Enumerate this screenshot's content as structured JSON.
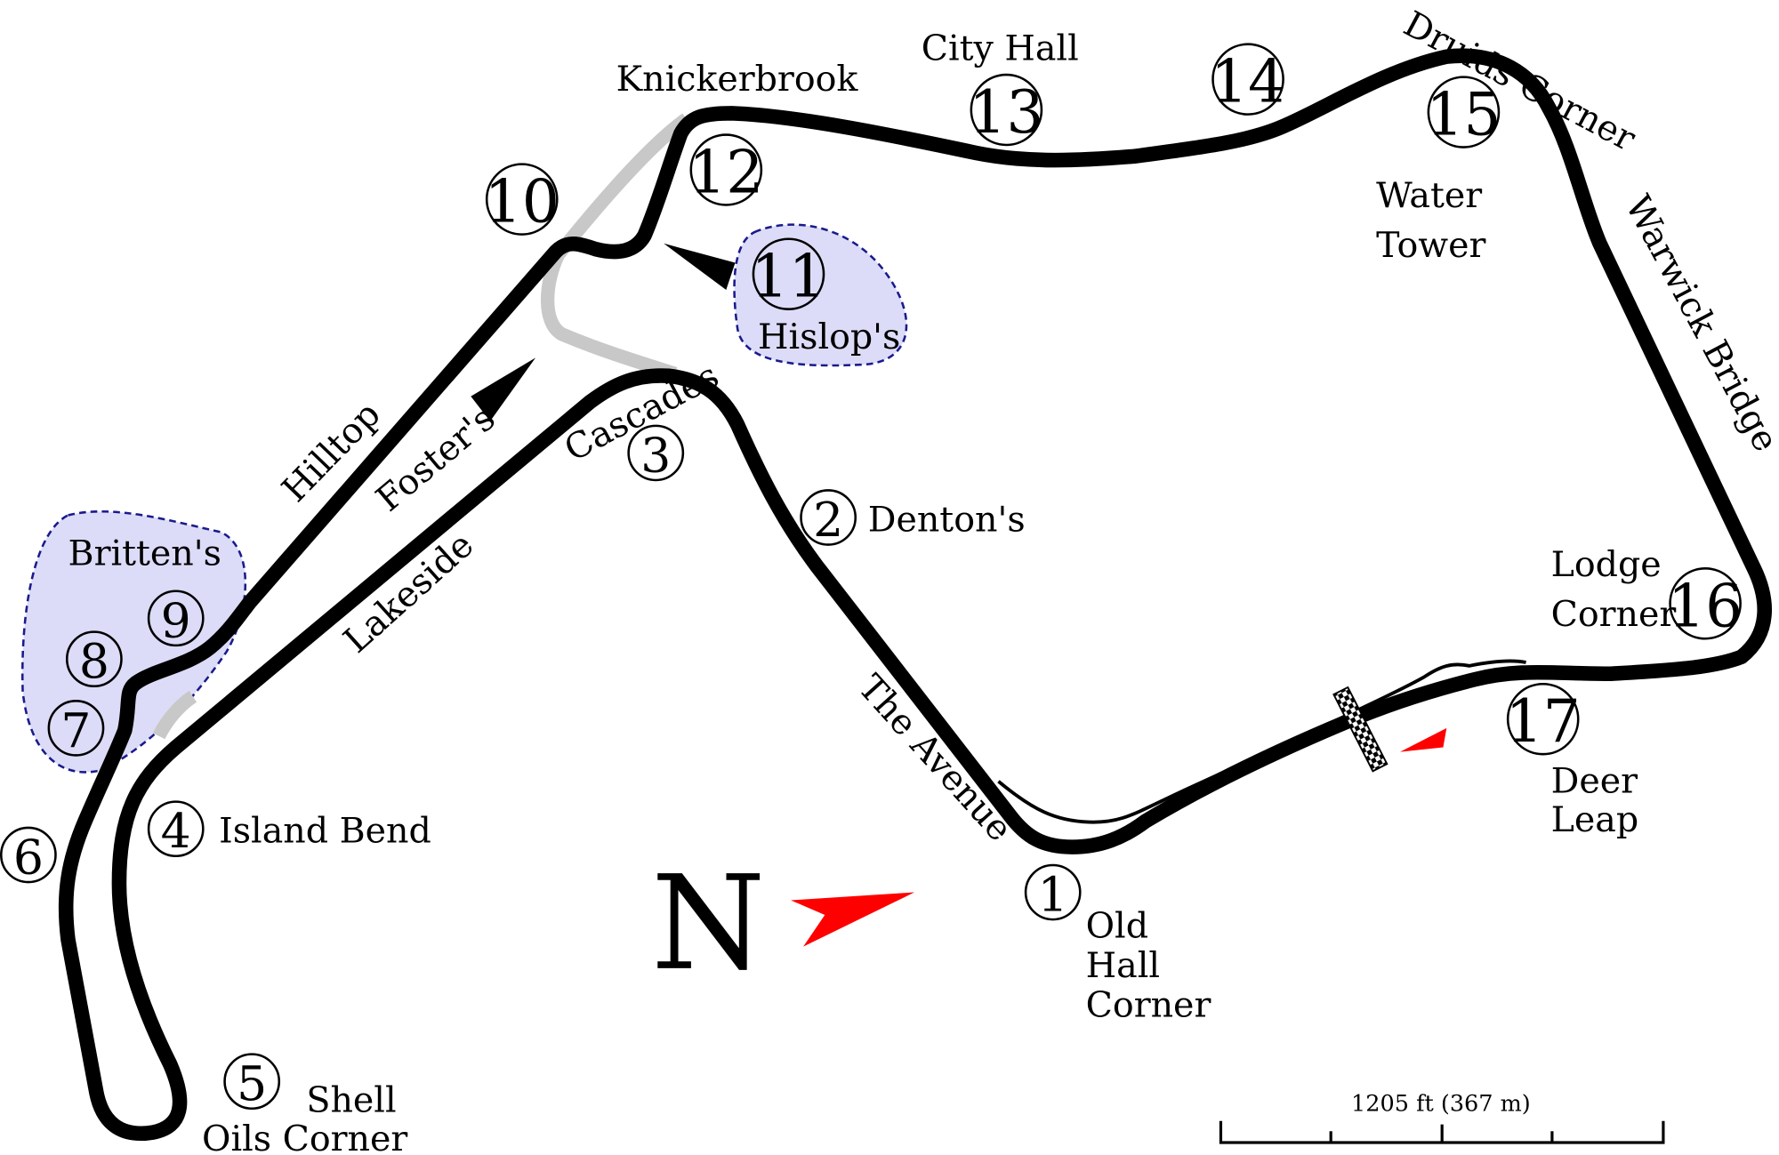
{
  "colors": {
    "track": "#000000",
    "old_track": "#c8c8c8",
    "zone_fill": "#dcdcf8",
    "zone_stroke": "#1a1a8c",
    "arrow_red": "#ff0000"
  },
  "compass": {
    "label": "N",
    "icon": "north-arrow-icon"
  },
  "scale_bar": {
    "label": "1205 ft (367 m)"
  },
  "corners": {
    "c1": "1",
    "c2": "2",
    "c3": "3",
    "c4": "4",
    "c5": "5",
    "c6": "6",
    "c7": "7",
    "c8": "8",
    "c9": "9",
    "c10": "10",
    "c11": "11",
    "c12": "12",
    "c13": "13",
    "c14": "14",
    "c15": "15",
    "c16": "16",
    "c17": "17"
  },
  "names": {
    "knickerbrook": "Knickerbrook",
    "city_hall": "City Hall",
    "druids_corner": "Druids Corner",
    "water_tower_1": "Water",
    "water_tower_2": "Tower",
    "warwick_bridge": "Warwick Bridge",
    "hislops": "Hislop's",
    "hilltop": "Hilltop",
    "fosters": "Foster's",
    "cascades": "Cascades",
    "dentons": "Denton's",
    "brittens": "Britten's",
    "lakeside": "Lakeside",
    "lodge_corner_1": "Lodge",
    "lodge_corner_2": "Corner",
    "island_bend": "Island Bend",
    "the_avenue": "The Avenue",
    "deer_leap_1": "Deer",
    "deer_leap_2": "Leap",
    "old_hall_1": "Old",
    "old_hall_2": "Hall",
    "old_hall_3": "Corner",
    "shell_1": "Shell",
    "shell_2": "Oils Corner"
  }
}
